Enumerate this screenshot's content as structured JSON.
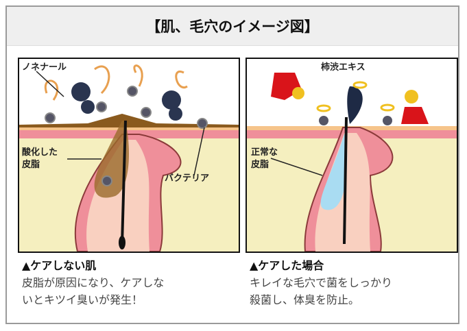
{
  "title": "【肌、毛穴のイメージ図】",
  "left": {
    "labels": {
      "nonenal": "ノネナール",
      "oxidized_sebum_1": "酸化した",
      "oxidized_sebum_2": "皮脂",
      "bacteria": "バクテリア"
    },
    "caption": "▲ケアしない肌",
    "description_1": "皮脂が原因になり、ケアしな",
    "description_2": "いとキツイ臭いが発生！"
  },
  "right": {
    "labels": {
      "extract": "柿渋エキス",
      "normal_sebum_1": "正常な",
      "normal_sebum_2": "皮脂"
    },
    "caption": "▲ケアした場合",
    "description_1": "キレイな毛穴で菌をしっかり",
    "description_2": "殺菌し、体臭を防止。"
  },
  "colors": {
    "skin": "#f5efbf",
    "dermis": "#ef8f9a",
    "oil": "#8a5a1e",
    "clean": "#a9dcf2"
  }
}
